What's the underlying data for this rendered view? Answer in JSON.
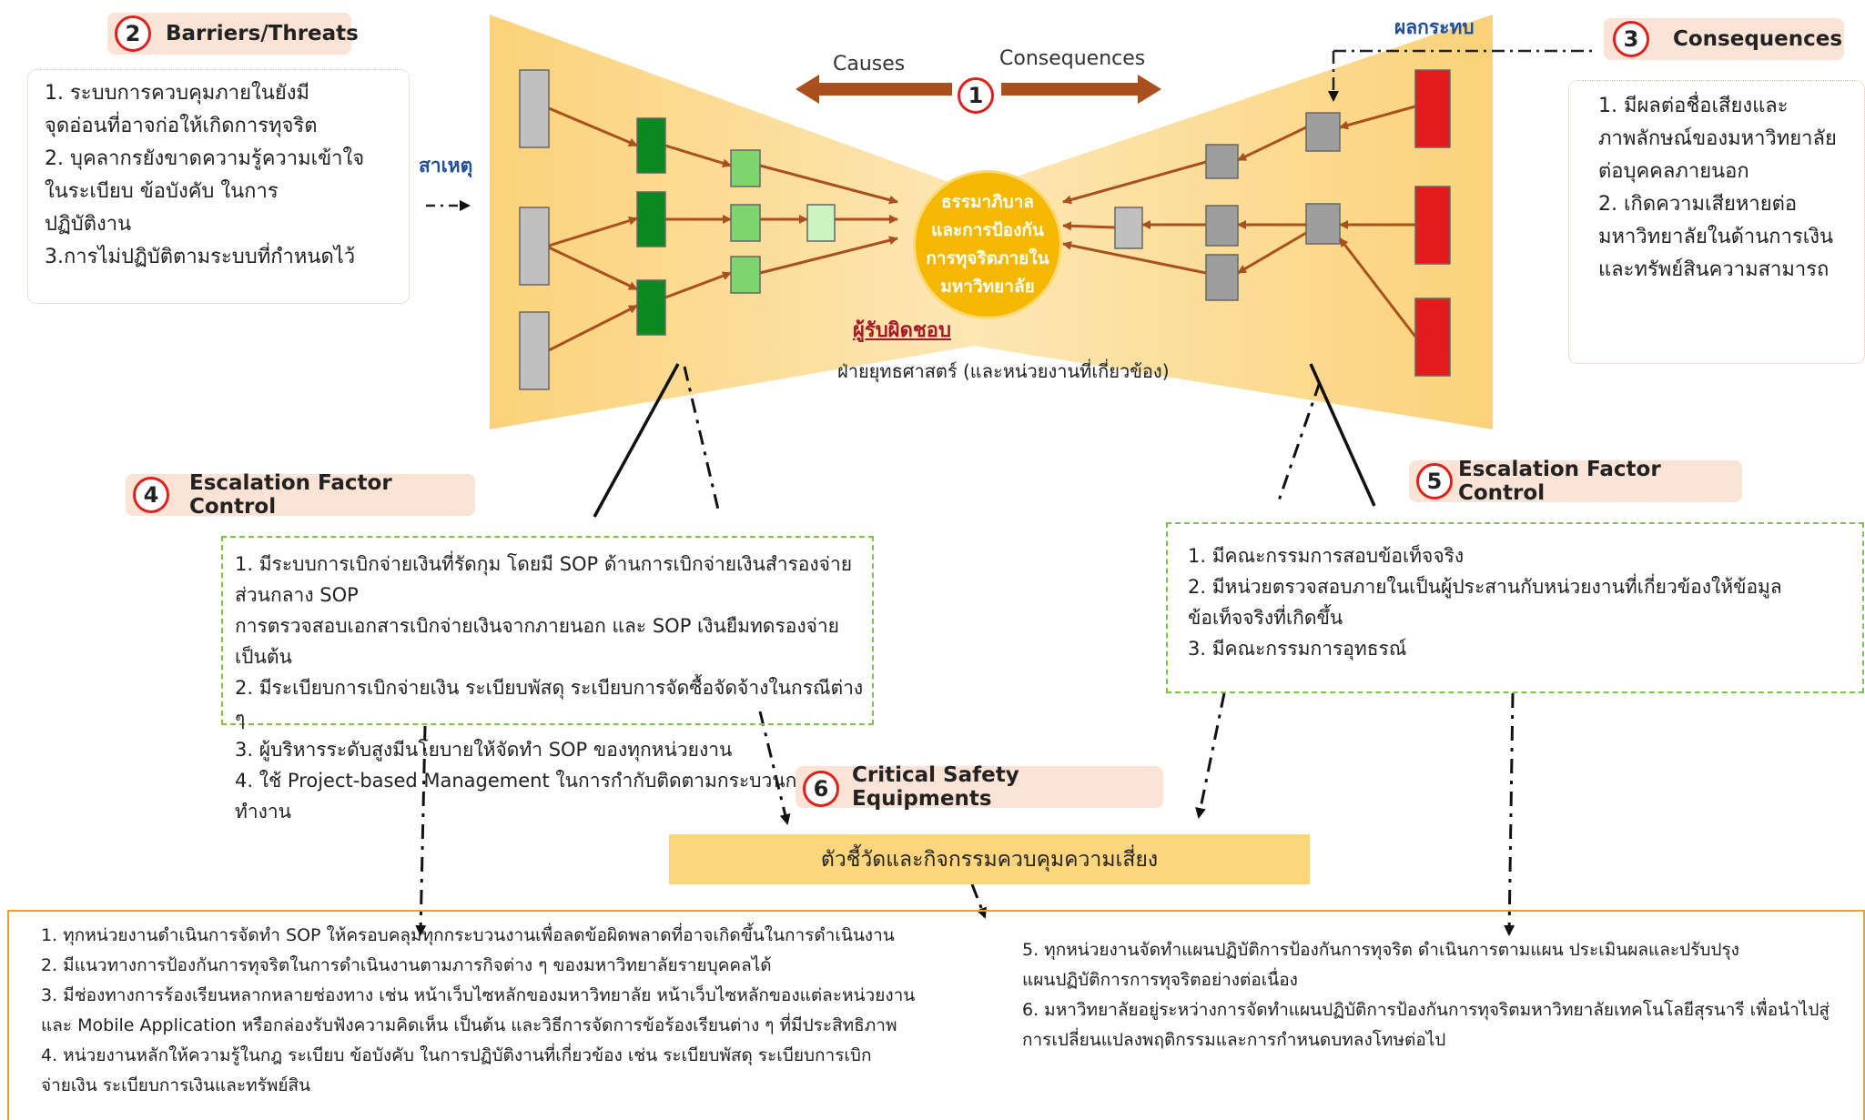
{
  "center": {
    "lines": [
      "ธรรมาภิบาล",
      "และการป้องกัน",
      "การทุจริตภายใน",
      "มหาวิทยาลัย"
    ],
    "color": "#f5b800"
  },
  "arrows": {
    "causes": "Causes",
    "consequences": "Consequences",
    "number": "1"
  },
  "responsible": {
    "label": "ผู้รับผิดชอบ",
    "unit": "ฝ่ายยุทธศาสตร์ (และหน่วยงานที่เกี่ยวข้อง)"
  },
  "cause_label": "สาเหตุ",
  "impact_label": "ผลกระทบ",
  "sections": {
    "barriers": {
      "number": "2",
      "title": "Barriers/Threats",
      "items": [
        "1. ระบบการควบคุมภายในยังมี",
        "จุดอ่อนที่อาจก่อให้เกิดการทุจริต",
        "2. บุคลากรยังขาดความรู้ความเข้าใจ",
        "ในระเบียบ ข้อบังคับ ในการ",
        "ปฏิบัติงาน",
        "3.การไม่ปฏิบัติตามระบบที่กำหนดไว้"
      ]
    },
    "consequences": {
      "number": "3",
      "title": "Consequences",
      "items": [
        "1. มีผลต่อชื่อเสียงและ",
        "ภาพลักษณ์ของมหาวิทยาลัย",
        "ต่อบุคคลภายนอก",
        "2. เกิดความเสียหายต่อ",
        "มหาวิทยาลัยในด้านการเงิน",
        "และทรัพย์สินความสามารถ"
      ]
    },
    "escalation_left": {
      "number": "4",
      "title": "Escalation Factor Control",
      "items": [
        "1. มีระบบการเบิกจ่ายเงินที่รัดกุม โดยมี SOP ด้านการเบิกจ่ายเงินสำรองจ่ายส่วนกลาง SOP",
        "การตรวจสอบเอกสารเบิกจ่ายเงินจากภายนอก และ SOP เงินยืมทดรองจ่าย เป็นต้น",
        "2. มีระเบียบการเบิกจ่ายเงิน ระเบียบพัสดุ ระเบียบการจัดซื้อจัดจ้างในกรณีต่าง ๆ",
        "3. ผู้บริหารระดับสูงมีนโยบายให้จัดทำ SOP ของทุกหน่วยงาน",
        "4. ใช้ Project-based Management ในการกำกับติดตามกระบวนการทำงาน"
      ]
    },
    "escalation_right": {
      "number": "5",
      "title": "Escalation Factor Control",
      "items": [
        "1. มีคณะกรรมการสอบข้อเท็จจริง",
        "2. มีหน่วยตรวจสอบภายในเป็นผู้ประสานกับหน่วยงานที่เกี่ยวข้องให้ข้อมูล",
        "ข้อเท็จจริงที่เกิดขึ้น",
        "3. มีคณะกรรมการอุทธรณ์"
      ]
    },
    "safety": {
      "number": "6",
      "title": "Critical Safety Equipments",
      "indicator": "ตัวชี้วัดและกิจกรรมควบคุมความเสี่ยง"
    }
  },
  "bottom": {
    "left": [
      "1. ทุกหน่วยงานดำเนินการจัดทำ SOP ให้ครอบคลุมทุกกระบวนงานเพื่อลดข้อผิดพลาดที่อาจเกิดขึ้นในการดำเนินงาน",
      "2. มีแนวทางการป้องกันการทุจริตในการดำเนินงานตามภารกิจต่าง ๆ ของมหาวิทยาลัยรายบุคคลได้",
      "3. มีช่องทางการร้องเรียนหลากหลายช่องทาง เช่น หน้าเว็บไซหลักของมหาวิทยาลัย หน้าเว็บไซหลักของแต่ละหน่วยงาน",
      "และ Mobile Application หรือกล่องรับฟังความคิดเห็น เป็นต้น และวิธีการจัดการข้อร้องเรียนต่าง ๆ ที่มีประสิทธิภาพ",
      "4. หน่วยงานหลักให้ความรู้ในกฎ ระเบียบ ข้อบังคับ ในการปฏิบัติงานที่เกี่ยวข้อง เช่น ระเบียบพัสดุ ระเบียบการเบิก",
      "จ่ายเงิน ระเบียบการเงินและทรัพย์สิน"
    ],
    "right": [
      "5. ทุกหน่วยงานจัดทำแผนปฏิบัติการป้องกันการทุจริต ดำเนินการตามแผน ประเมินผลและปรับปรุง",
      "แผนปฏิบัติการการทุจริตอย่างต่อเนื่อง",
      "6. มหาวิทยาลัยอยู่ระหว่างการจัดทำแผนปฏิบัติการป้องกันการทุจริตมหาวิทยาลัยเทคโนโลยีสุรนารี เพื่อนำไปสู่",
      "การเปลี่ยนแปลงพฤติกรรมและการกำหนดบทลงโทษต่อไป"
    ]
  },
  "colors": {
    "bowtie": "#fcd57c",
    "pill": "#fbe3d6",
    "circle_border": "#e0201c",
    "cause_node": "#c0c0c0",
    "green_dark": "#0a8a1e",
    "green_mid": "#7ed56f",
    "green_light": "#c8f5c0",
    "consequence_node": "#e31c1c",
    "arrow": "#a9501e",
    "bottom_border": "#e2a33a",
    "green_dash": "#7cc544"
  }
}
